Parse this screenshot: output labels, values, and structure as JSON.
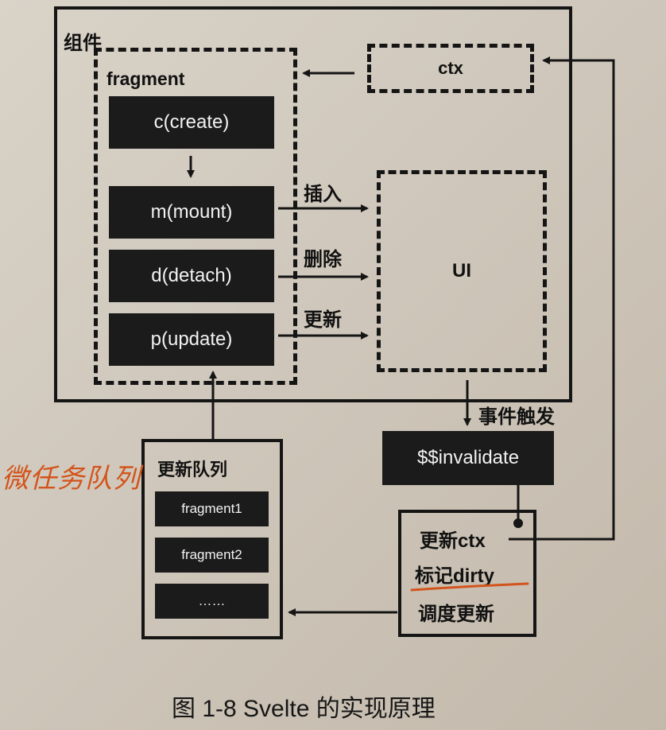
{
  "component": {
    "title": "组件"
  },
  "fragment": {
    "title": "fragment",
    "methods": [
      {
        "label": "c(create)"
      },
      {
        "label": "m(mount)"
      },
      {
        "label": "d(detach)"
      },
      {
        "label": "p(update)"
      }
    ]
  },
  "ctx": {
    "label": "ctx"
  },
  "ui": {
    "label": "UI"
  },
  "edges": {
    "insert": "插入",
    "remove": "删除",
    "update": "更新",
    "event_trigger": "事件触发"
  },
  "invalidate": {
    "label": "$$invalidate"
  },
  "process": {
    "lines": [
      "更新ctx",
      "标记dirty",
      "调度更新"
    ]
  },
  "queue": {
    "title": "更新队列",
    "items": [
      "fragment1",
      "fragment2",
      "……"
    ]
  },
  "annotation": {
    "handwritten": "微任务队列",
    "color": "#d3541b"
  },
  "caption": {
    "text": "图 1-8    Svelte 的实现原理"
  }
}
